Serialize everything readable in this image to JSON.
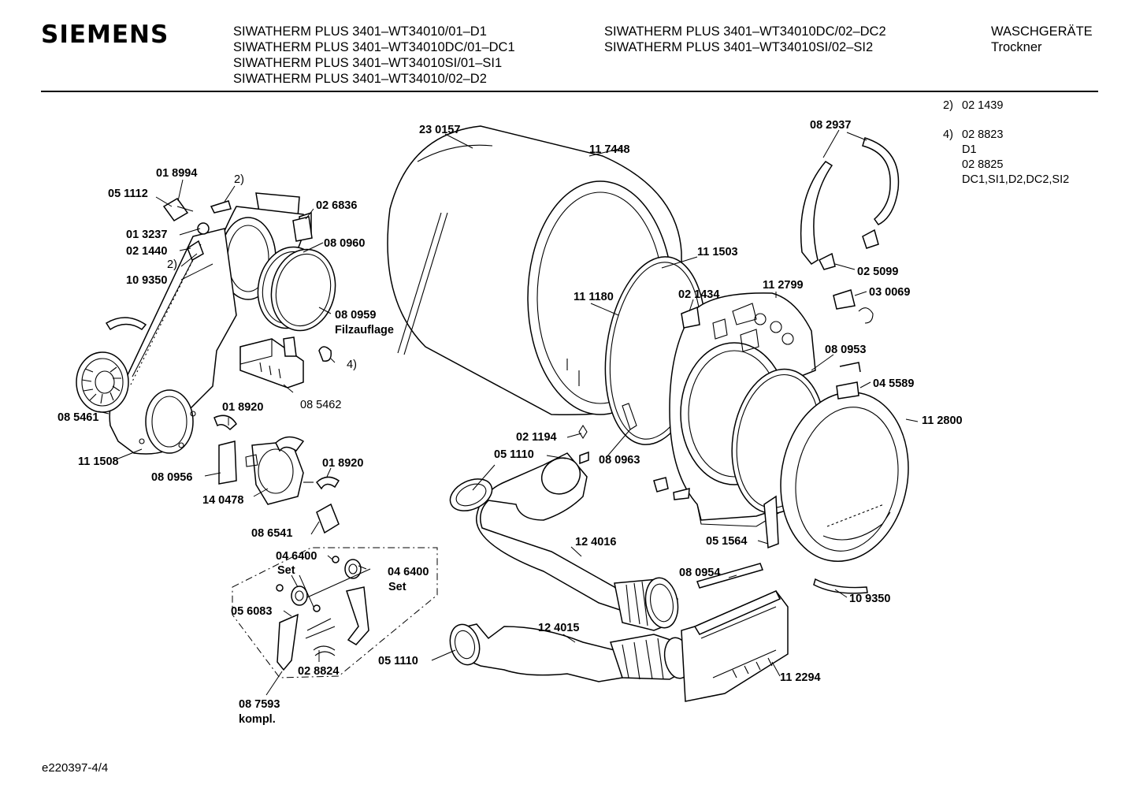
{
  "header": {
    "brand": "SIEMENS",
    "models_col1": [
      "SIWATHERM PLUS 3401–WT34010/01–D1",
      "SIWATHERM PLUS 3401–WT34010DC/01–DC1",
      "SIWATHERM PLUS 3401–WT34010SI/01–SI1",
      "SIWATHERM PLUS 3401–WT34010/02–D2"
    ],
    "models_col2": [
      "SIWATHERM PLUS 3401–WT34010DC/02–DC2",
      "SIWATHERM PLUS 3401–WT34010SI/02–SI2"
    ],
    "category": "WASCHGERÄTE",
    "subcategory": "Trockner"
  },
  "notes": {
    "n2_num": "2)",
    "n2_val": "02 1439",
    "n4_num": "4)",
    "n4_val1": "02 8823",
    "n4_var1": "D1",
    "n4_val2": "02 8825",
    "n4_var2": "DC1,SI1,D2,DC2,SI2"
  },
  "labels": {
    "p230157": "23 0157",
    "p117448": "11 7448",
    "p082937": "08 2937",
    "p018994": "01 8994",
    "p051112": "05 1112",
    "note2a": "2)",
    "p026836": "02 6836",
    "p013237": "01 3237",
    "p021440": "02 1440",
    "note2b": "2)",
    "p080960": "08 0960",
    "p109350a": "10 9350",
    "p111503": "11 1503",
    "p025099": "02 5099",
    "p111180": "11 1180",
    "p021434": "02 1434",
    "p112799": "11 2799",
    "p030069": "03 0069",
    "p080959": "08 0959",
    "filzauflage": "Filzauflage",
    "note4": "4)",
    "p080953": "08 0953",
    "p045589": "04 5589",
    "p085462": "08 5462",
    "p085461": "08  5461",
    "p018920a": "01 8920",
    "p112800": "11 2800",
    "p111508": "11 1508",
    "p021194": "02 1194",
    "p051110a": "05 1110",
    "p080963": "08 0963",
    "p080956": "08 0956",
    "p018920b": "01 8920",
    "p140478": "14 0478",
    "p086541": "08 6541",
    "p124016": "12 4016",
    "p051564": "05 1564",
    "p046400a": "04 6400",
    "set_a": "Set",
    "p046400b": "04 6400",
    "set_b": "Set",
    "p080954": "08 0954",
    "p056083": "05 6083",
    "p109350b": "10 9350",
    "p124015": "12 4015",
    "p051110b": "05 1110",
    "p028824": "02 8824",
    "p112294": "11 2294",
    "p087593": "08 7593",
    "kompl": "kompl."
  },
  "footer": {
    "code": "e220397-4/4"
  }
}
